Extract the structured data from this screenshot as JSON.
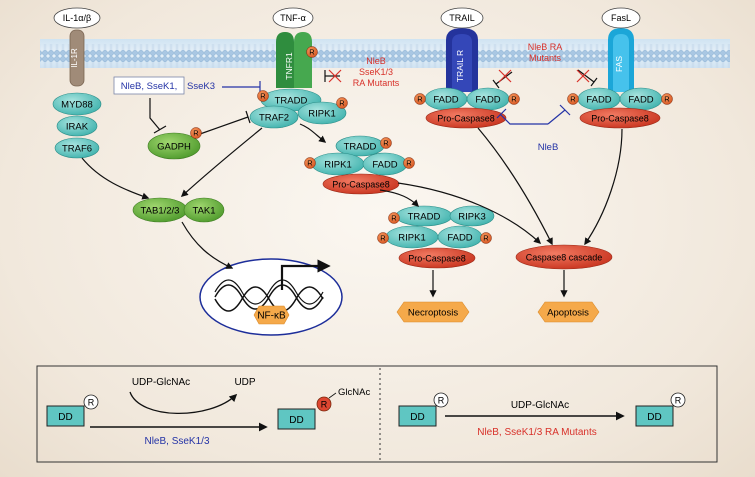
{
  "receptors": {
    "il1": "IL-1α/β",
    "il1r": "IL-1R",
    "tnfa": "TNF-α",
    "tnfr1": "TNFR1",
    "trail": "TRAIL",
    "trailr": "TRAIL R",
    "fasl": "FasL",
    "fas": "FAS"
  },
  "proteins": {
    "myd88": "MYD88",
    "irak": "IRAK",
    "traf6": "TRAF6",
    "tradd": "TRADD",
    "traf2": "TRAF2",
    "ripk1": "RIPK1",
    "ripk3": "RIPK3",
    "fadd": "FADD",
    "procaspase8": "Pro-Caspase8",
    "gadph": "GADPH",
    "tab": "TAB1/2/3",
    "tak1": "TAK1",
    "nfkb": "NF-κB",
    "caspase_cascade": "Caspase8 cascade",
    "necroptosis": "Necroptosis",
    "apoptosis": "Apoptosis",
    "r_mark": "R"
  },
  "inhibitors": {
    "nleb_ssek": "NleB, SseK1,",
    "ssek3": "SseK3",
    "mutants_line1": "NleB",
    "mutants_line2": "SseK1/3",
    "mutants_line3": "RA Mutants",
    "nleb_ra_line1": "NleB RA",
    "nleb_ra_line2": "Mutants",
    "nleb": "NleB"
  },
  "legend": {
    "dd": "DD",
    "r": "R",
    "udp_glcnac": "UDP-GlcNAc",
    "udp": "UDP",
    "glcnac": "GlcNAc",
    "enzymes": "NleB, SseK1/3",
    "mutant_enzymes": "NleB, SseK1/3 RA Mutants"
  },
  "colors": {
    "teal": "#5fc6c2",
    "red": "#dd4631",
    "orange_mark": "#e0602c",
    "green": "#5fa83b",
    "blue_inhibit": "#2433a6",
    "red_text": "#d8312a",
    "hexagon": "#f5a94a"
  }
}
